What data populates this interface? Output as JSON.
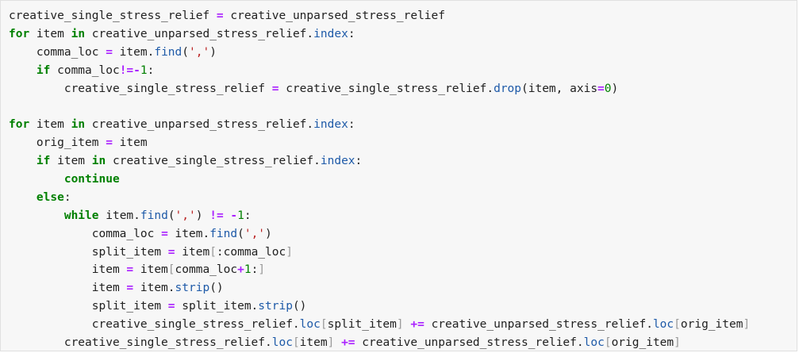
{
  "code_cell": {
    "language": "python",
    "lines": [
      [
        {
          "t": "creative_single_stress_relief ",
          "c": "p"
        },
        {
          "t": "=",
          "c": "op"
        },
        {
          "t": " creative_unparsed_stress_relief",
          "c": "p"
        }
      ],
      [
        {
          "t": "for",
          "c": "kw"
        },
        {
          "t": " item ",
          "c": "p"
        },
        {
          "t": "in",
          "c": "kw"
        },
        {
          "t": " creative_unparsed_stress_relief.",
          "c": "p"
        },
        {
          "t": "index",
          "c": "attr"
        },
        {
          "t": ":",
          "c": "p"
        }
      ],
      [
        {
          "t": "    comma_loc ",
          "c": "p"
        },
        {
          "t": "=",
          "c": "op"
        },
        {
          "t": " item.",
          "c": "p"
        },
        {
          "t": "find",
          "c": "attr"
        },
        {
          "t": "(",
          "c": "p"
        },
        {
          "t": "','",
          "c": "str"
        },
        {
          "t": ")",
          "c": "p"
        }
      ],
      [
        {
          "t": "    ",
          "c": "p"
        },
        {
          "t": "if",
          "c": "kw"
        },
        {
          "t": " comma_loc",
          "c": "p"
        },
        {
          "t": "!=-",
          "c": "op"
        },
        {
          "t": "1",
          "c": "num"
        },
        {
          "t": ":",
          "c": "p"
        }
      ],
      [
        {
          "t": "        creative_single_stress_relief ",
          "c": "p"
        },
        {
          "t": "=",
          "c": "op"
        },
        {
          "t": " creative_single_stress_relief.",
          "c": "p"
        },
        {
          "t": "drop",
          "c": "attr"
        },
        {
          "t": "(item, axis",
          "c": "p"
        },
        {
          "t": "=",
          "c": "op"
        },
        {
          "t": "0",
          "c": "num"
        },
        {
          "t": ")",
          "c": "p"
        }
      ],
      [],
      [
        {
          "t": "for",
          "c": "kw"
        },
        {
          "t": " item ",
          "c": "p"
        },
        {
          "t": "in",
          "c": "kw"
        },
        {
          "t": " creative_unparsed_stress_relief.",
          "c": "p"
        },
        {
          "t": "index",
          "c": "attr"
        },
        {
          "t": ":",
          "c": "p"
        }
      ],
      [
        {
          "t": "    orig_item ",
          "c": "p"
        },
        {
          "t": "=",
          "c": "op"
        },
        {
          "t": " item",
          "c": "p"
        }
      ],
      [
        {
          "t": "    ",
          "c": "p"
        },
        {
          "t": "if",
          "c": "kw"
        },
        {
          "t": " item ",
          "c": "p"
        },
        {
          "t": "in",
          "c": "kw"
        },
        {
          "t": " creative_single_stress_relief.",
          "c": "p"
        },
        {
          "t": "index",
          "c": "attr"
        },
        {
          "t": ":",
          "c": "p"
        }
      ],
      [
        {
          "t": "        ",
          "c": "p"
        },
        {
          "t": "continue",
          "c": "kw"
        }
      ],
      [
        {
          "t": "    ",
          "c": "p"
        },
        {
          "t": "else",
          "c": "kw"
        },
        {
          "t": ":",
          "c": "p"
        }
      ],
      [
        {
          "t": "        ",
          "c": "p"
        },
        {
          "t": "while",
          "c": "kw"
        },
        {
          "t": " item.",
          "c": "p"
        },
        {
          "t": "find",
          "c": "attr"
        },
        {
          "t": "(",
          "c": "p"
        },
        {
          "t": "','",
          "c": "str"
        },
        {
          "t": ") ",
          "c": "p"
        },
        {
          "t": "!=",
          "c": "op"
        },
        {
          "t": " ",
          "c": "p"
        },
        {
          "t": "-",
          "c": "op"
        },
        {
          "t": "1",
          "c": "num"
        },
        {
          "t": ":",
          "c": "p"
        }
      ],
      [
        {
          "t": "            comma_loc ",
          "c": "p"
        },
        {
          "t": "=",
          "c": "op"
        },
        {
          "t": " item.",
          "c": "p"
        },
        {
          "t": "find",
          "c": "attr"
        },
        {
          "t": "(",
          "c": "p"
        },
        {
          "t": "','",
          "c": "str"
        },
        {
          "t": ")",
          "c": "p"
        }
      ],
      [
        {
          "t": "            split_item ",
          "c": "p"
        },
        {
          "t": "=",
          "c": "op"
        },
        {
          "t": " item",
          "c": "p"
        },
        {
          "t": "[",
          "c": "br"
        },
        {
          "t": ":comma_loc",
          "c": "p"
        },
        {
          "t": "]",
          "c": "br"
        }
      ],
      [
        {
          "t": "            item ",
          "c": "p"
        },
        {
          "t": "=",
          "c": "op"
        },
        {
          "t": " item",
          "c": "p"
        },
        {
          "t": "[",
          "c": "br"
        },
        {
          "t": "comma_loc",
          "c": "p"
        },
        {
          "t": "+",
          "c": "op"
        },
        {
          "t": "1",
          "c": "num"
        },
        {
          "t": ":",
          "c": "p"
        },
        {
          "t": "]",
          "c": "br"
        }
      ],
      [
        {
          "t": "            item ",
          "c": "p"
        },
        {
          "t": "=",
          "c": "op"
        },
        {
          "t": " item.",
          "c": "p"
        },
        {
          "t": "strip",
          "c": "attr"
        },
        {
          "t": "()",
          "c": "p"
        }
      ],
      [
        {
          "t": "            split_item ",
          "c": "p"
        },
        {
          "t": "=",
          "c": "op"
        },
        {
          "t": " split_item.",
          "c": "p"
        },
        {
          "t": "strip",
          "c": "attr"
        },
        {
          "t": "()",
          "c": "p"
        }
      ],
      [
        {
          "t": "            creative_single_stress_relief.",
          "c": "p"
        },
        {
          "t": "loc",
          "c": "attr"
        },
        {
          "t": "[",
          "c": "br"
        },
        {
          "t": "split_item",
          "c": "p"
        },
        {
          "t": "]",
          "c": "br"
        },
        {
          "t": " ",
          "c": "p"
        },
        {
          "t": "+=",
          "c": "op"
        },
        {
          "t": " creative_unparsed_stress_relief.",
          "c": "p"
        },
        {
          "t": "loc",
          "c": "attr"
        },
        {
          "t": "[",
          "c": "br"
        },
        {
          "t": "orig_item",
          "c": "p"
        },
        {
          "t": "]",
          "c": "br"
        }
      ],
      [
        {
          "t": "        creative_single_stress_relief.",
          "c": "p"
        },
        {
          "t": "loc",
          "c": "attr"
        },
        {
          "t": "[",
          "c": "br"
        },
        {
          "t": "item",
          "c": "p"
        },
        {
          "t": "]",
          "c": "br"
        },
        {
          "t": " ",
          "c": "p"
        },
        {
          "t": "+=",
          "c": "op"
        },
        {
          "t": " creative_unparsed_stress_relief.",
          "c": "p"
        },
        {
          "t": "loc",
          "c": "attr"
        },
        {
          "t": "[",
          "c": "br"
        },
        {
          "t": "orig_item",
          "c": "p"
        },
        {
          "t": "]",
          "c": "br"
        }
      ]
    ]
  }
}
